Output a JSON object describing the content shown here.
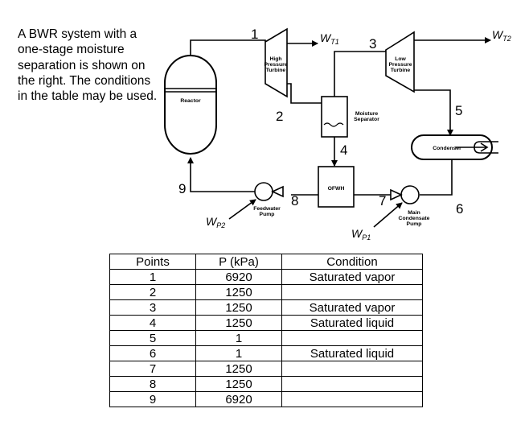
{
  "intro_text": "A BWR system with a one-stage moisture separation is shown on the right. The conditions in the table may be used.",
  "components": {
    "reactor": "Reactor",
    "hp_turbine": [
      "High",
      "Pressure",
      "Turbine"
    ],
    "lp_turbine": [
      "Low",
      "Pressure",
      "Turbine"
    ],
    "moisture_separator": [
      "Moisture",
      "Separator"
    ],
    "condenser": "Condenser",
    "ofwh": "OFWH",
    "feedwater_pump": [
      "Feedwater",
      "Pump"
    ],
    "main_condensate_pump": [
      "Main",
      "Condensate",
      "Pump"
    ]
  },
  "work_labels": {
    "wt1": {
      "main": "W",
      "sub": "T1"
    },
    "wt2": {
      "main": "W",
      "sub": "T2"
    },
    "wp1": {
      "main": "W",
      "sub": "P1"
    },
    "wp2": {
      "main": "W",
      "sub": "P2"
    }
  },
  "state_points": [
    "1",
    "2",
    "3",
    "4",
    "5",
    "6",
    "7",
    "8",
    "9"
  ],
  "table": {
    "headers": [
      "Points",
      "P (kPa)",
      "Condition"
    ],
    "rows": [
      [
        "1",
        "6920",
        "Saturated vapor"
      ],
      [
        "2",
        "1250",
        ""
      ],
      [
        "3",
        "1250",
        "Saturated vapor"
      ],
      [
        "4",
        "1250",
        "Saturated liquid"
      ],
      [
        "5",
        "1",
        ""
      ],
      [
        "6",
        "1",
        "Saturated liquid"
      ],
      [
        "7",
        "1250",
        ""
      ],
      [
        "8",
        "1250",
        ""
      ],
      [
        "9",
        "6920",
        ""
      ]
    ]
  }
}
